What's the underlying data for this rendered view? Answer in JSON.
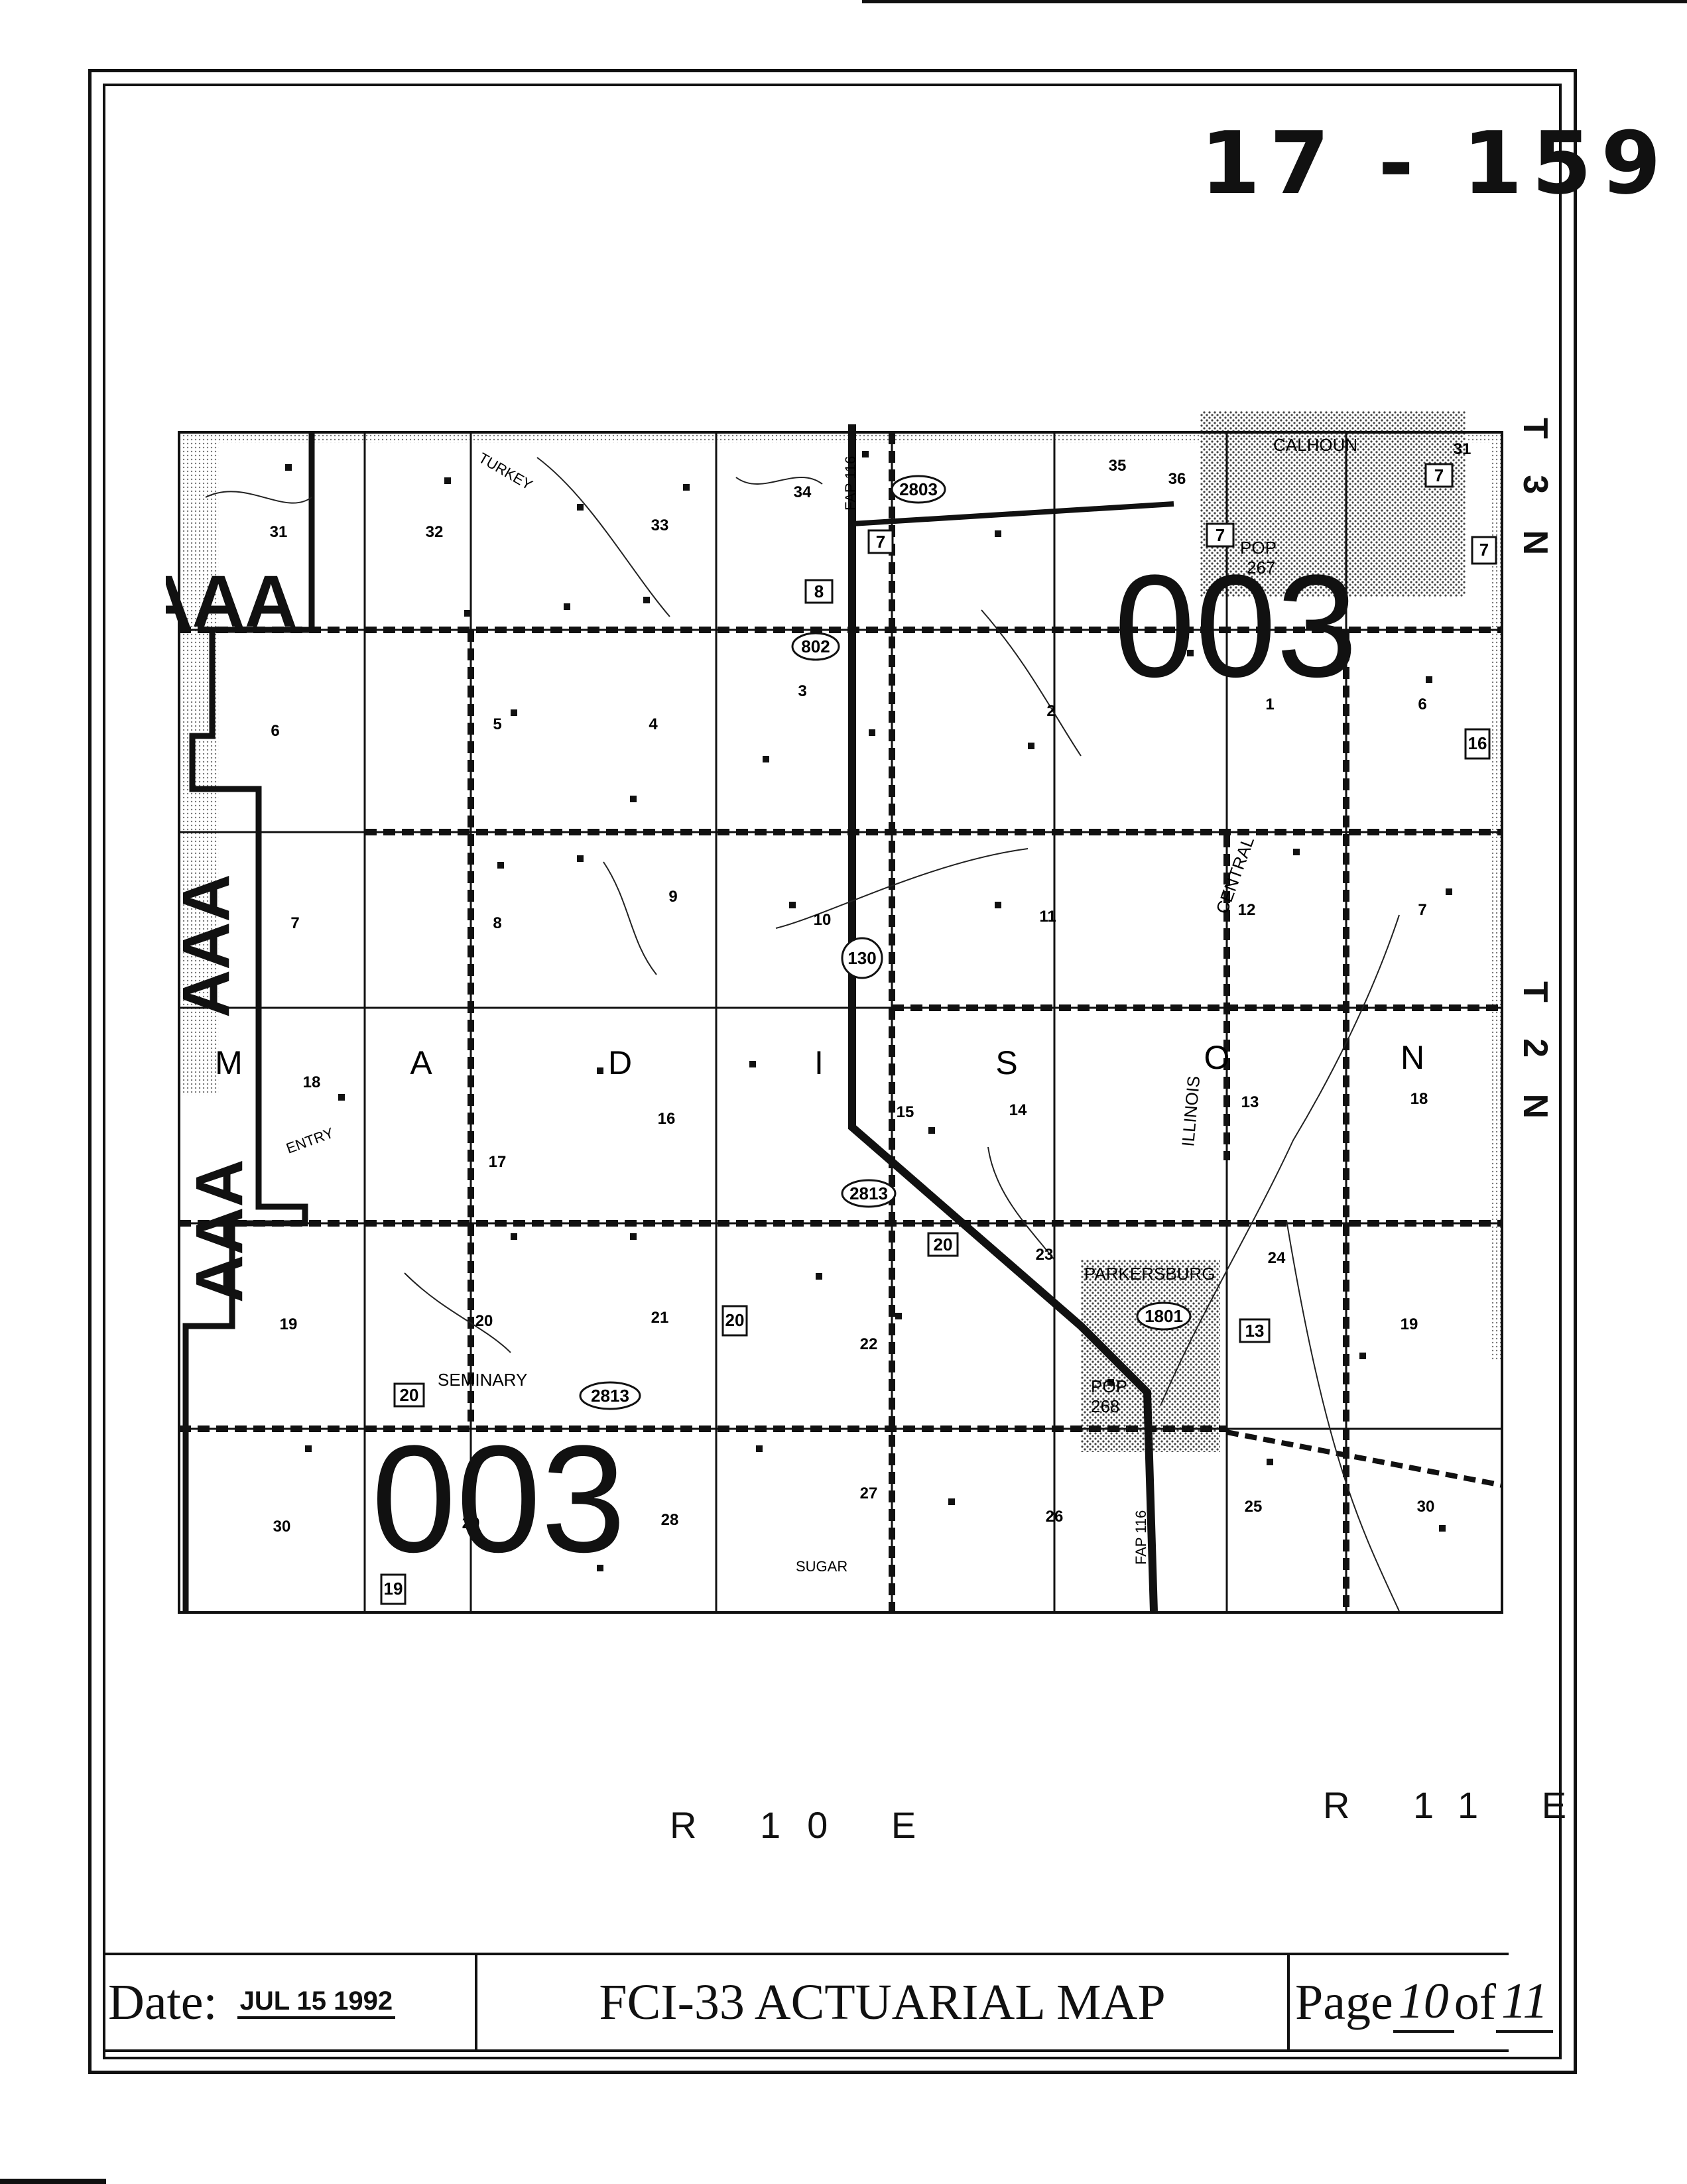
{
  "header": {
    "sheet_number": "17 - 159"
  },
  "map": {
    "sections_top_row": [
      "31",
      "32",
      "33",
      "34",
      "35",
      "36",
      "31"
    ],
    "sections_row2": [
      "6",
      "5",
      "4",
      "3",
      "2",
      "1",
      "6"
    ],
    "sections_row3": [
      "7",
      "8",
      "9",
      "10",
      "11",
      "12",
      "7"
    ],
    "sections_row4": [
      "18",
      "16",
      "15",
      "14",
      "13",
      "18"
    ],
    "sections_row5": [
      "17",
      "23",
      "24"
    ],
    "sections_row6": [
      "19",
      "20",
      "21",
      "22",
      "19"
    ],
    "sections_row7": [
      "30",
      "29",
      "28",
      "27",
      "26",
      "25",
      "30"
    ],
    "township_name_letters": [
      "M",
      "A",
      "D",
      "I",
      "S",
      "O",
      "N"
    ],
    "place_labels": {
      "calhoun": "CALHOUN",
      "calhoun_pop": "POP.",
      "calhoun_pop_value": "267",
      "parkersburg": "PARKERSBURG",
      "parkersburg_pop": "POP.",
      "parkersburg_pop_value": "268",
      "seminary": "SEMINARY",
      "turkey": "TURKEY",
      "sugar": "SUGAR",
      "central": "CENTRAL",
      "illinois": "ILLINOIS",
      "entry": "ENTRY",
      "fap_top": "FAP 116",
      "fap_bottom": "FAP 116"
    },
    "route_shields": [
      "2803",
      "802",
      "130",
      "2813",
      "1801",
      "2813"
    ],
    "route_boxes": [
      "7",
      "8",
      "7",
      "7",
      "7",
      "16",
      "20",
      "20",
      "20",
      "13",
      "19"
    ],
    "zone_labels": [
      "AAA",
      "003",
      "AAA",
      "AAA",
      "003"
    ]
  },
  "ranges": {
    "left": "R 10 E",
    "right": "R 11 E"
  },
  "townships": {
    "north": "T 3 N",
    "south": "T 2 N"
  },
  "footer": {
    "date_label": "Date:",
    "date_value": "JUL 15 1992",
    "title": "FCI-33 ACTUARIAL MAP",
    "page_label": "Page",
    "page_current": "10",
    "page_of": "of",
    "page_total": "11"
  }
}
